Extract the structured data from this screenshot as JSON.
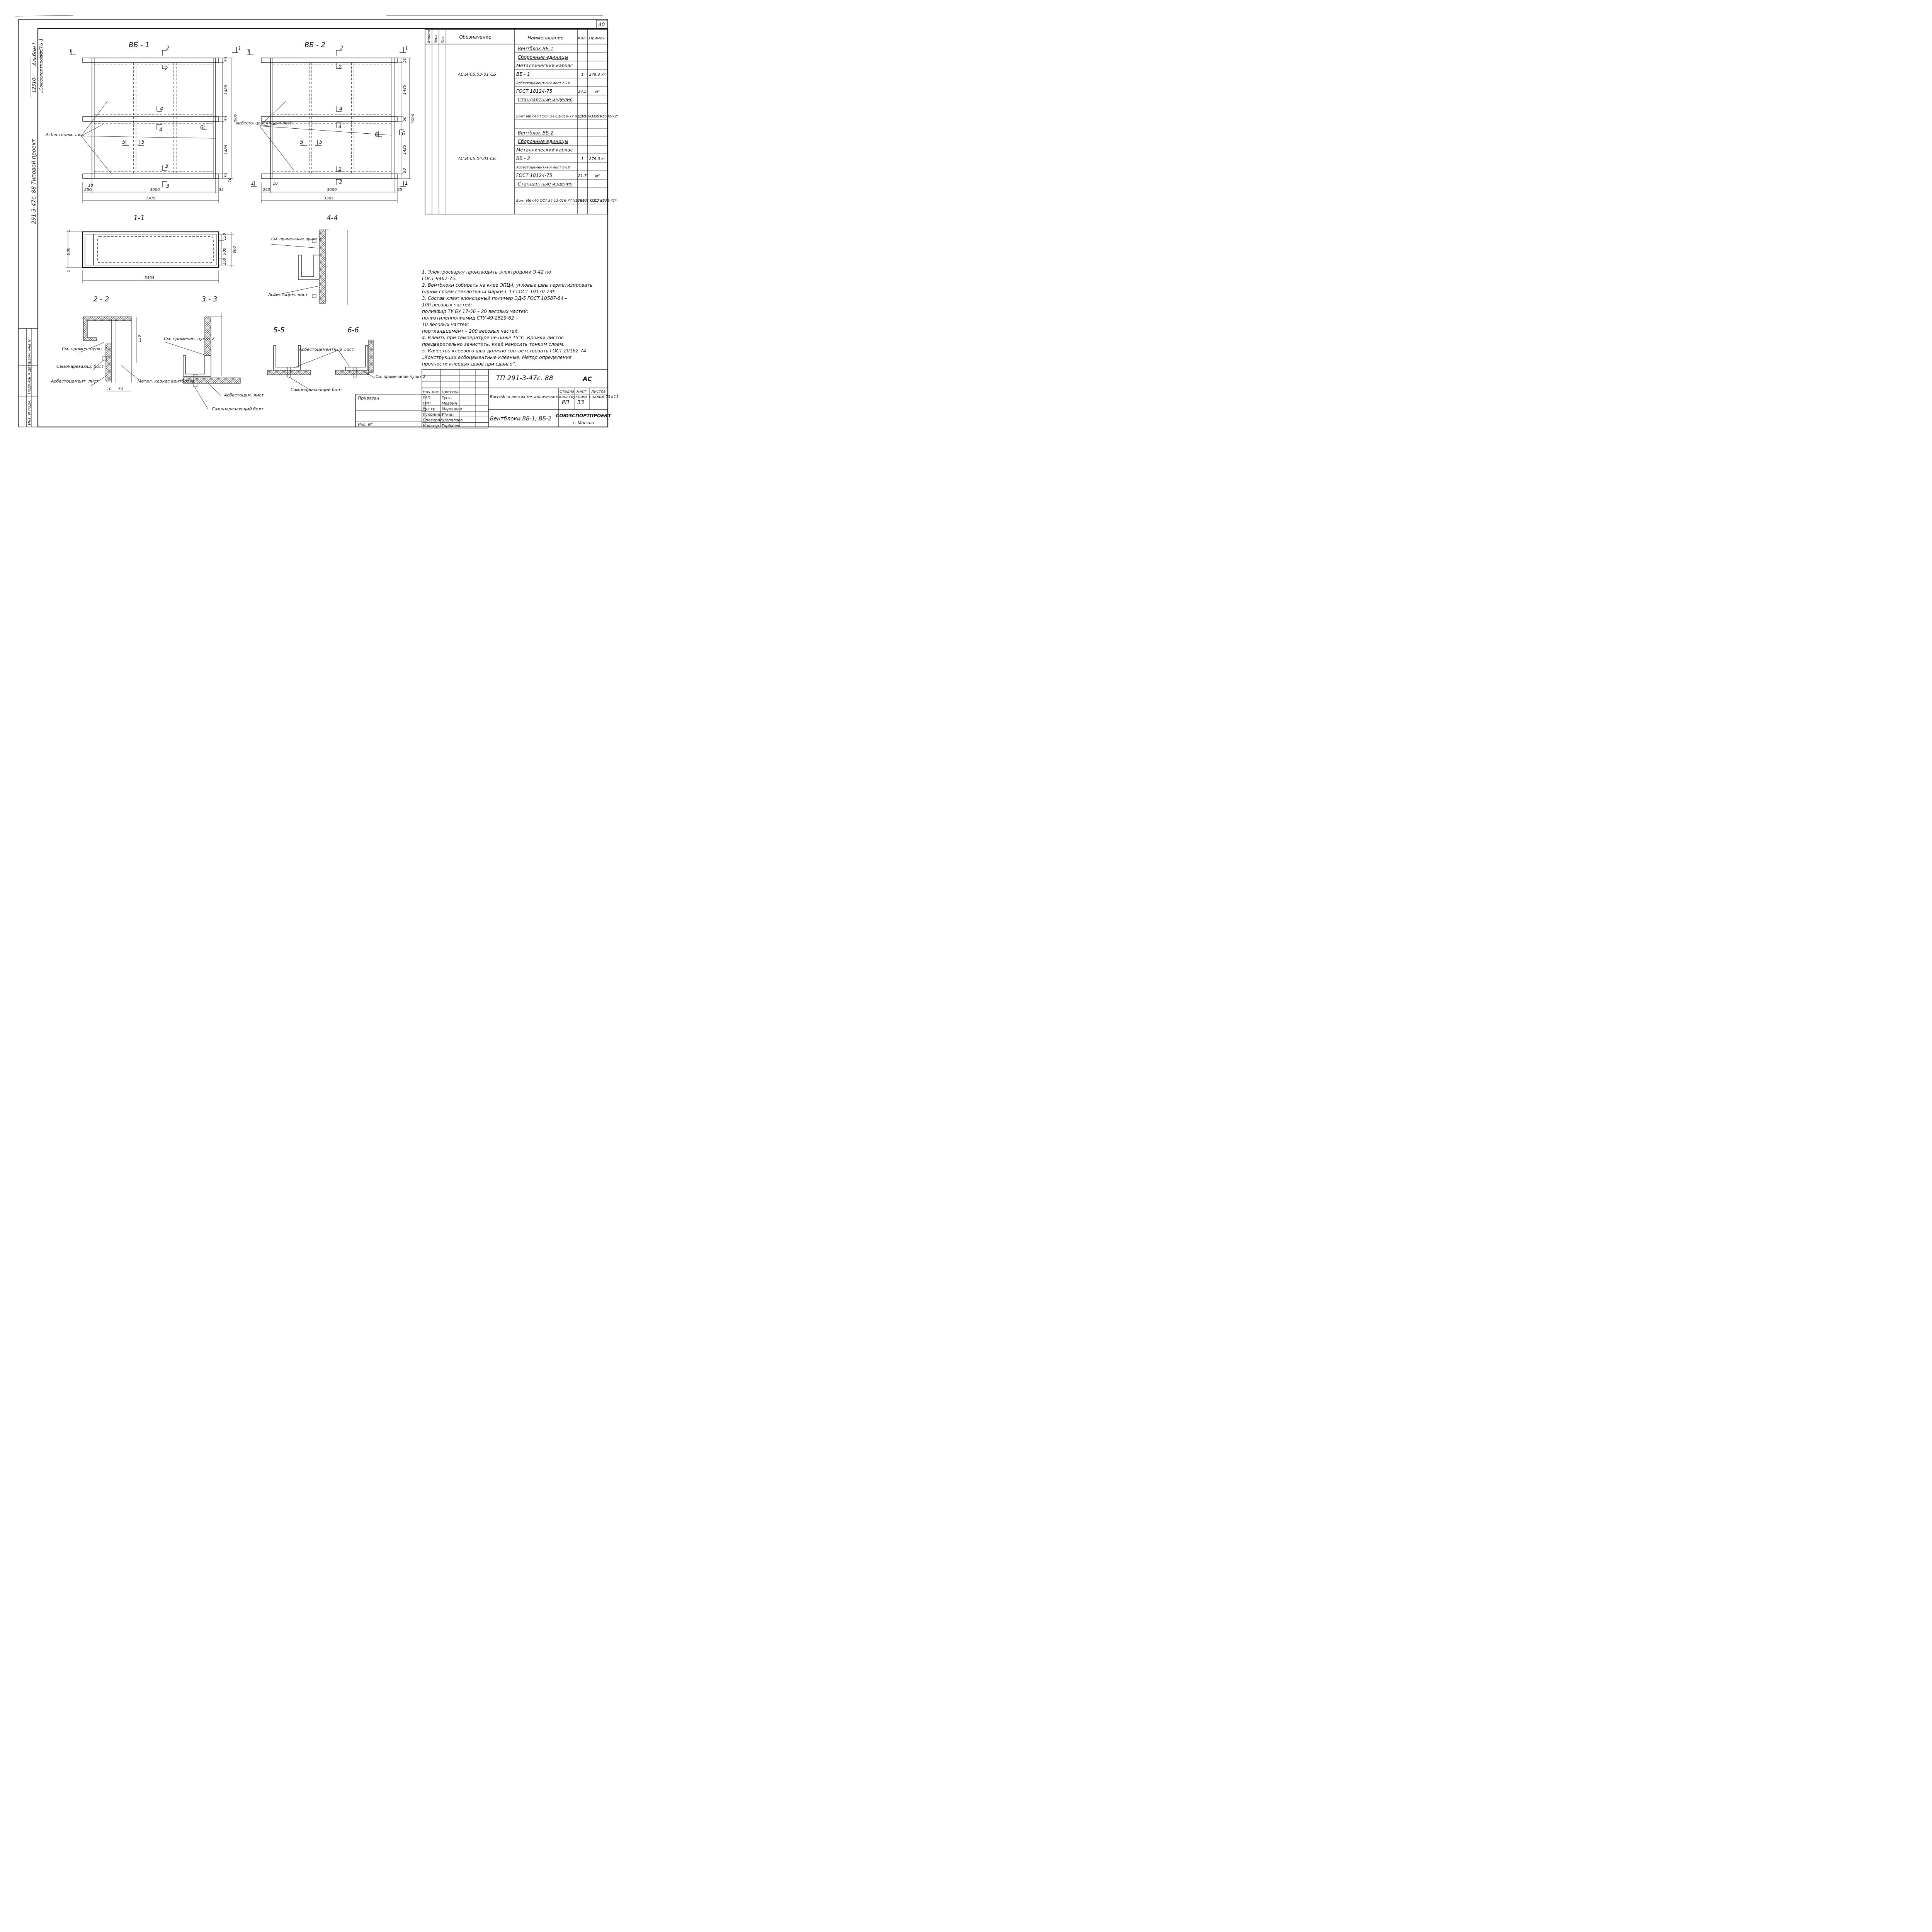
{
  "sheet_number": "40",
  "side_stamp": {
    "album": "Альбом I",
    "part": "Часть 1",
    "series": "291-3-47с. 88  Типовой проект",
    "code": "12310-",
    "archive": "„Союзспортпроект“"
  },
  "left_columns": [
    "Инв. N подл.",
    "Подпись и дата",
    "Взам. инв.N"
  ],
  "views": {
    "vb1_title": "ВБ - 1",
    "vb2_title": "ВБ - 2",
    "vb1_dims": {
      "overall": "3305",
      "inner": "3000",
      "left": "250",
      "right": "55",
      "ten_a": "10",
      "ten_b": "10",
      "height": "3000",
      "h1": "1485",
      "h2": "1485",
      "m1": "50",
      "m2": "50",
      "m3": "50",
      "m4": "10"
    },
    "vb2_dims": {
      "overall": "3305",
      "inner": "3000",
      "left": "250",
      "right": "55",
      "ten_a": "10",
      "ten_b": "10",
      "height": "3000",
      "h1": "1485",
      "h2": "1425",
      "m1": "50",
      "m2": "50",
      "m3": "50",
      "m4": "10"
    },
    "cut_marks": [
      "1",
      "2",
      "3",
      "4",
      "5",
      "6"
    ],
    "vb1_leader": "Асбестоцем. лист",
    "vb2_leader": "Асбесто- цемент- ный лист"
  },
  "sections": {
    "s11": {
      "title": "1-1",
      "width": "3305",
      "height": "900",
      "d1": "150",
      "d2": "500",
      "d3": "150",
      "d4": "800",
      "t1": "5",
      "t2": "5"
    },
    "s44": {
      "title": "4-4",
      "note": "См. примечание пункт 2",
      "sheet": "Асбестоцем. лист"
    },
    "s22": {
      "title": "2 - 2",
      "note": "См. примеч. пункт 2",
      "bolt": "Самонарезающ. болт",
      "sheet": "Асбестоцемент. лист",
      "frame": "Метал. каркас вентблока",
      "d150": "150",
      "d10": "10",
      "d50": "50"
    },
    "s33": {
      "title": "3 - 3",
      "note": "См. примечан. пункт 2",
      "sheet": "Асбестоцем. лист",
      "bolt": "Самонарезающий болт"
    },
    "s55": {
      "title": "5-5",
      "bolt": "Самонарезающий болт",
      "sheet": "Асбестоцементный лист"
    },
    "s66": {
      "title": "6-6",
      "note": "См. примечание пункт 2"
    }
  },
  "spec_table": {
    "side_headers": [
      "Формат",
      "Зона",
      "Поз."
    ],
    "headers": {
      "designation": "Обозначение",
      "name": "Наименование",
      "qty": "Кол.",
      "note": "Примеч."
    },
    "rows": [
      {
        "des": "",
        "name": "Вентблок ВБ-1",
        "qty": "",
        "note": "",
        "u": true
      },
      {
        "des": "",
        "name": "Сборочные единицы",
        "qty": "",
        "note": "",
        "u": true
      },
      {
        "des": "",
        "name": "Металлический каркас",
        "qty": "",
        "note": "",
        "u": false
      },
      {
        "des": "АС.И-05.03-01 СБ",
        "name": "ВБ - 1",
        "qty": "1",
        "note": "279,3 кг",
        "u": false
      },
      {
        "des": "",
        "name": "Асбестоцементный лист δ-10",
        "qty": "",
        "note": "",
        "u": false
      },
      {
        "des": "",
        "name": "ГОСТ 18124-75",
        "qty": "24,5",
        "note": "м²",
        "u": false
      },
      {
        "des": "",
        "name": "Стандартные изделия",
        "qty": "",
        "note": "",
        "u": true
      },
      {
        "des": "",
        "name": "Болт М6×40 ГОСТ 34-13-016-77 Х18Н10Т ГОСТ 5632-72*",
        "qty": "116",
        "note": "0,05 кг",
        "u": false,
        "tall": true
      },
      {
        "des": "",
        "name": "",
        "qty": "",
        "note": "",
        "u": false
      },
      {
        "des": "",
        "name": "Вентблок ВБ-2",
        "qty": "",
        "note": "",
        "u": true
      },
      {
        "des": "",
        "name": "Сборочные единицы",
        "qty": "",
        "note": "",
        "u": true
      },
      {
        "des": "",
        "name": "Металлический каркас",
        "qty": "",
        "note": "",
        "u": false
      },
      {
        "des": "АС.И-05.04.01 СБ",
        "name": "ВБ - 2",
        "qty": "1",
        "note": "279,3 кг",
        "u": false
      },
      {
        "des": "",
        "name": "Асбестоцементный лист δ-10",
        "qty": "",
        "note": "",
        "u": false
      },
      {
        "des": "",
        "name": "ГОСТ 18124-75",
        "qty": "21,7",
        "note": "м²",
        "u": false
      },
      {
        "des": "",
        "name": "Стандартные изделия",
        "qty": "",
        "note": "",
        "u": true
      },
      {
        "des": "",
        "name": "Болт М6×40 ОСТ 34-13-016-77 Х18Н10Т ГОСТ 5632-72*",
        "qty": "96",
        "note": "0,05 кг",
        "u": false,
        "tall": true
      }
    ]
  },
  "notes": [
    "1. Электросварку производить электродами Э-42 по ГОСТ 9467-75.",
    "2. Вентблоки собирать на клее ЭПЦ-I, угловые швы герметизировать одним слоем стеклоткани марки Т-13 ГОСТ 19170-73*.",
    "3. Состав клея: эпоксидный полимер ЭД-5 ГОСТ 10587-84 – 100 весовых частей; полиэфир ТУ БУ 17-56 – 20 весовых частей; полиэтиленполиамид СТУ 49-2529-62 – 10 весовых частей; портландцемент – 200 весовых частей.",
    "4. Клеить при температуре не ниже 15°С. Кромки листов предварительно зачистить, клей наносить тонким слоем.",
    "5. Качество клеевого шва должно соответствовать ГОСТ 20162-74 „Конструкции асбоцементные клееные. Метод определения прочности клеевых швов при сдвиге“."
  ],
  "notes_lines": [
    "1. Электросварку производить электродами Э-42 по",
    "    ГОСТ 9467-75.",
    "2. Вентблоки собирать на клее ЭПЦ-I, угловые швы герметизировать",
    "    одним слоем стеклоткани марки Т-13 ГОСТ 19170-73*.",
    "3. Состав клея: эпоксидный полимер ЭД-5 ГОСТ 10587-84 –",
    "                 100 весовых частей;",
    "                 полиэфир ТУ БУ 17-56 – 20 весовых частей;",
    "                 полиэтиленполиамид СТУ 49-2529-62 –",
    "                 10 весовых частей;",
    "                 портландцемент – 200 весовых частей.",
    "4. Клеить при температуре не ниже 15°С. Кромки листов",
    "    предварительно зачистить, клей наносить тонким слоем.",
    "5. Качество клеевого шва должно соответствовать ГОСТ 20162-74",
    "    „Конструкции асбоцементные клееные. Метод определения",
    "    прочности клеевых швов при сдвиге“."
  ],
  "title_block": {
    "code": "ТП 291-3-47с. 88",
    "mark": "АС",
    "project": "Бассейн в легких металлических конструкциях с залом 25×11м (ФОБ)",
    "stage_label": "Стадия",
    "sheet_label": "Лист",
    "sheets_label": "Листов",
    "stage": "РП",
    "sheet": "33",
    "drawing": "Вентблоки ВБ-1; ВБ-2",
    "org": "СОЮЗСПОРТПРОЕКТ",
    "city": "г. Москва",
    "bound": "Привязан",
    "inv": "Инв. N°",
    "staff": [
      {
        "role": "Нач.мас.",
        "name": "Цветков"
      },
      {
        "role": "ГАП",
        "name": "Гунст"
      },
      {
        "role": "ГИП",
        "name": "Маврин"
      },
      {
        "role": "Рук.гр.",
        "name": "Марецкая"
      },
      {
        "role": "Исполнил",
        "name": "Уткин"
      },
      {
        "role": "Проверил",
        "name": "Шепилова"
      },
      {
        "role": "Н.контр.",
        "name": "Горбачев"
      }
    ]
  }
}
